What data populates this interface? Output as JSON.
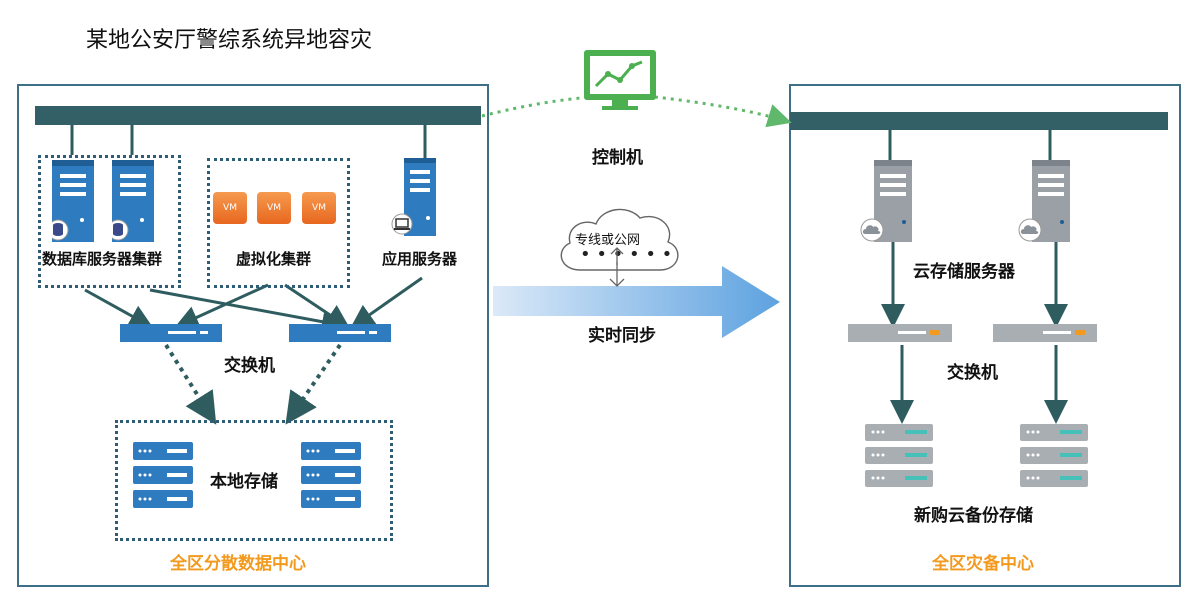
{
  "title": "某地公安厅警综系统异地容灾",
  "control": {
    "label": "控制机",
    "icon": "monitor-chart-icon"
  },
  "link": {
    "cloud_label": "专线或公网",
    "sync_label": "实时同步"
  },
  "local_center": {
    "name": "全区分散数据中心",
    "db_cluster_label": "数据库服务器集群",
    "virt_cluster_label": "虚拟化集群",
    "vm_labels": [
      "VM",
      "VM",
      "VM"
    ],
    "app_server_label": "应用服务器",
    "switch_label": "交换机",
    "storage_label": "本地存储"
  },
  "backup_center": {
    "name": "全区灾备中心",
    "cloud_server_label": "云存储服务器",
    "switch_label": "交换机",
    "storage_label": "新购云备份存储"
  },
  "colors": {
    "bus": "#335f66",
    "panel_border": "#3d6f86",
    "accent_orange": "#f39a1e",
    "server_blue": "#2f7bbf",
    "server_gray": "#9aa0a6",
    "arrow": "#2f5d5f",
    "dotted_link": "#5fb86b"
  }
}
